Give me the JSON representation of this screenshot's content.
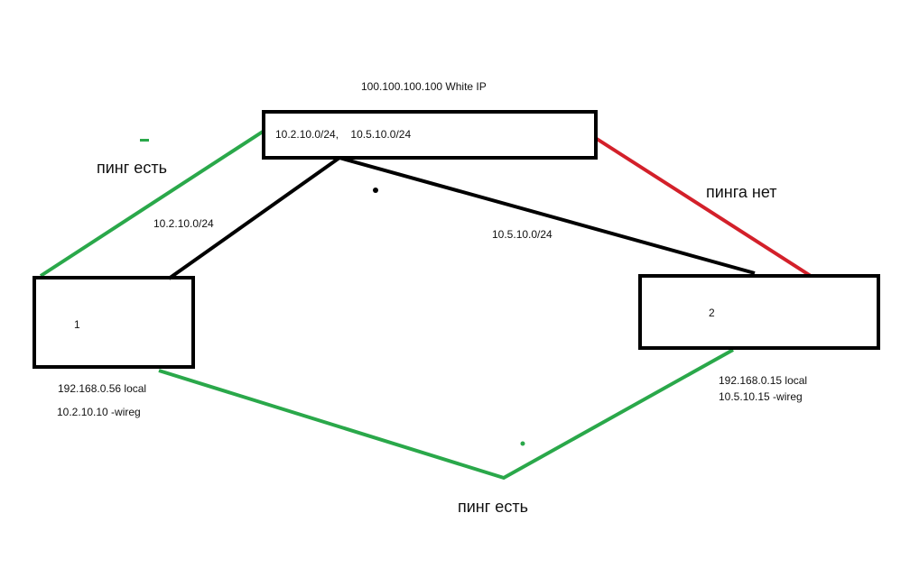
{
  "server": {
    "public_ip_label": "100.100.100.100  White IP",
    "subnets_label": "10.2.10.0/24,    10.5.10.0/24"
  },
  "node1": {
    "label": "1",
    "local_ip": "192.168.0.56 local",
    "wireguard_ip": "10.2.10.10 -wireg"
  },
  "node2": {
    "label": "2",
    "local_ip": "192.168.0.15 local",
    "wireguard_ip": "10.5.10.15 -wireg"
  },
  "links": {
    "tunnel1_subnet": "10.2.10.0/24",
    "tunnel2_subnet": "10.5.10.0/24",
    "ping_ok_top": "пинг есть",
    "ping_fail": "пинга нет",
    "ping_ok_bottom": "пинг есть"
  },
  "colors": {
    "box_stroke": "#000000",
    "ping_ok": "#2aa84a",
    "ping_fail": "#d3202a",
    "tunnel": "#000000"
  }
}
